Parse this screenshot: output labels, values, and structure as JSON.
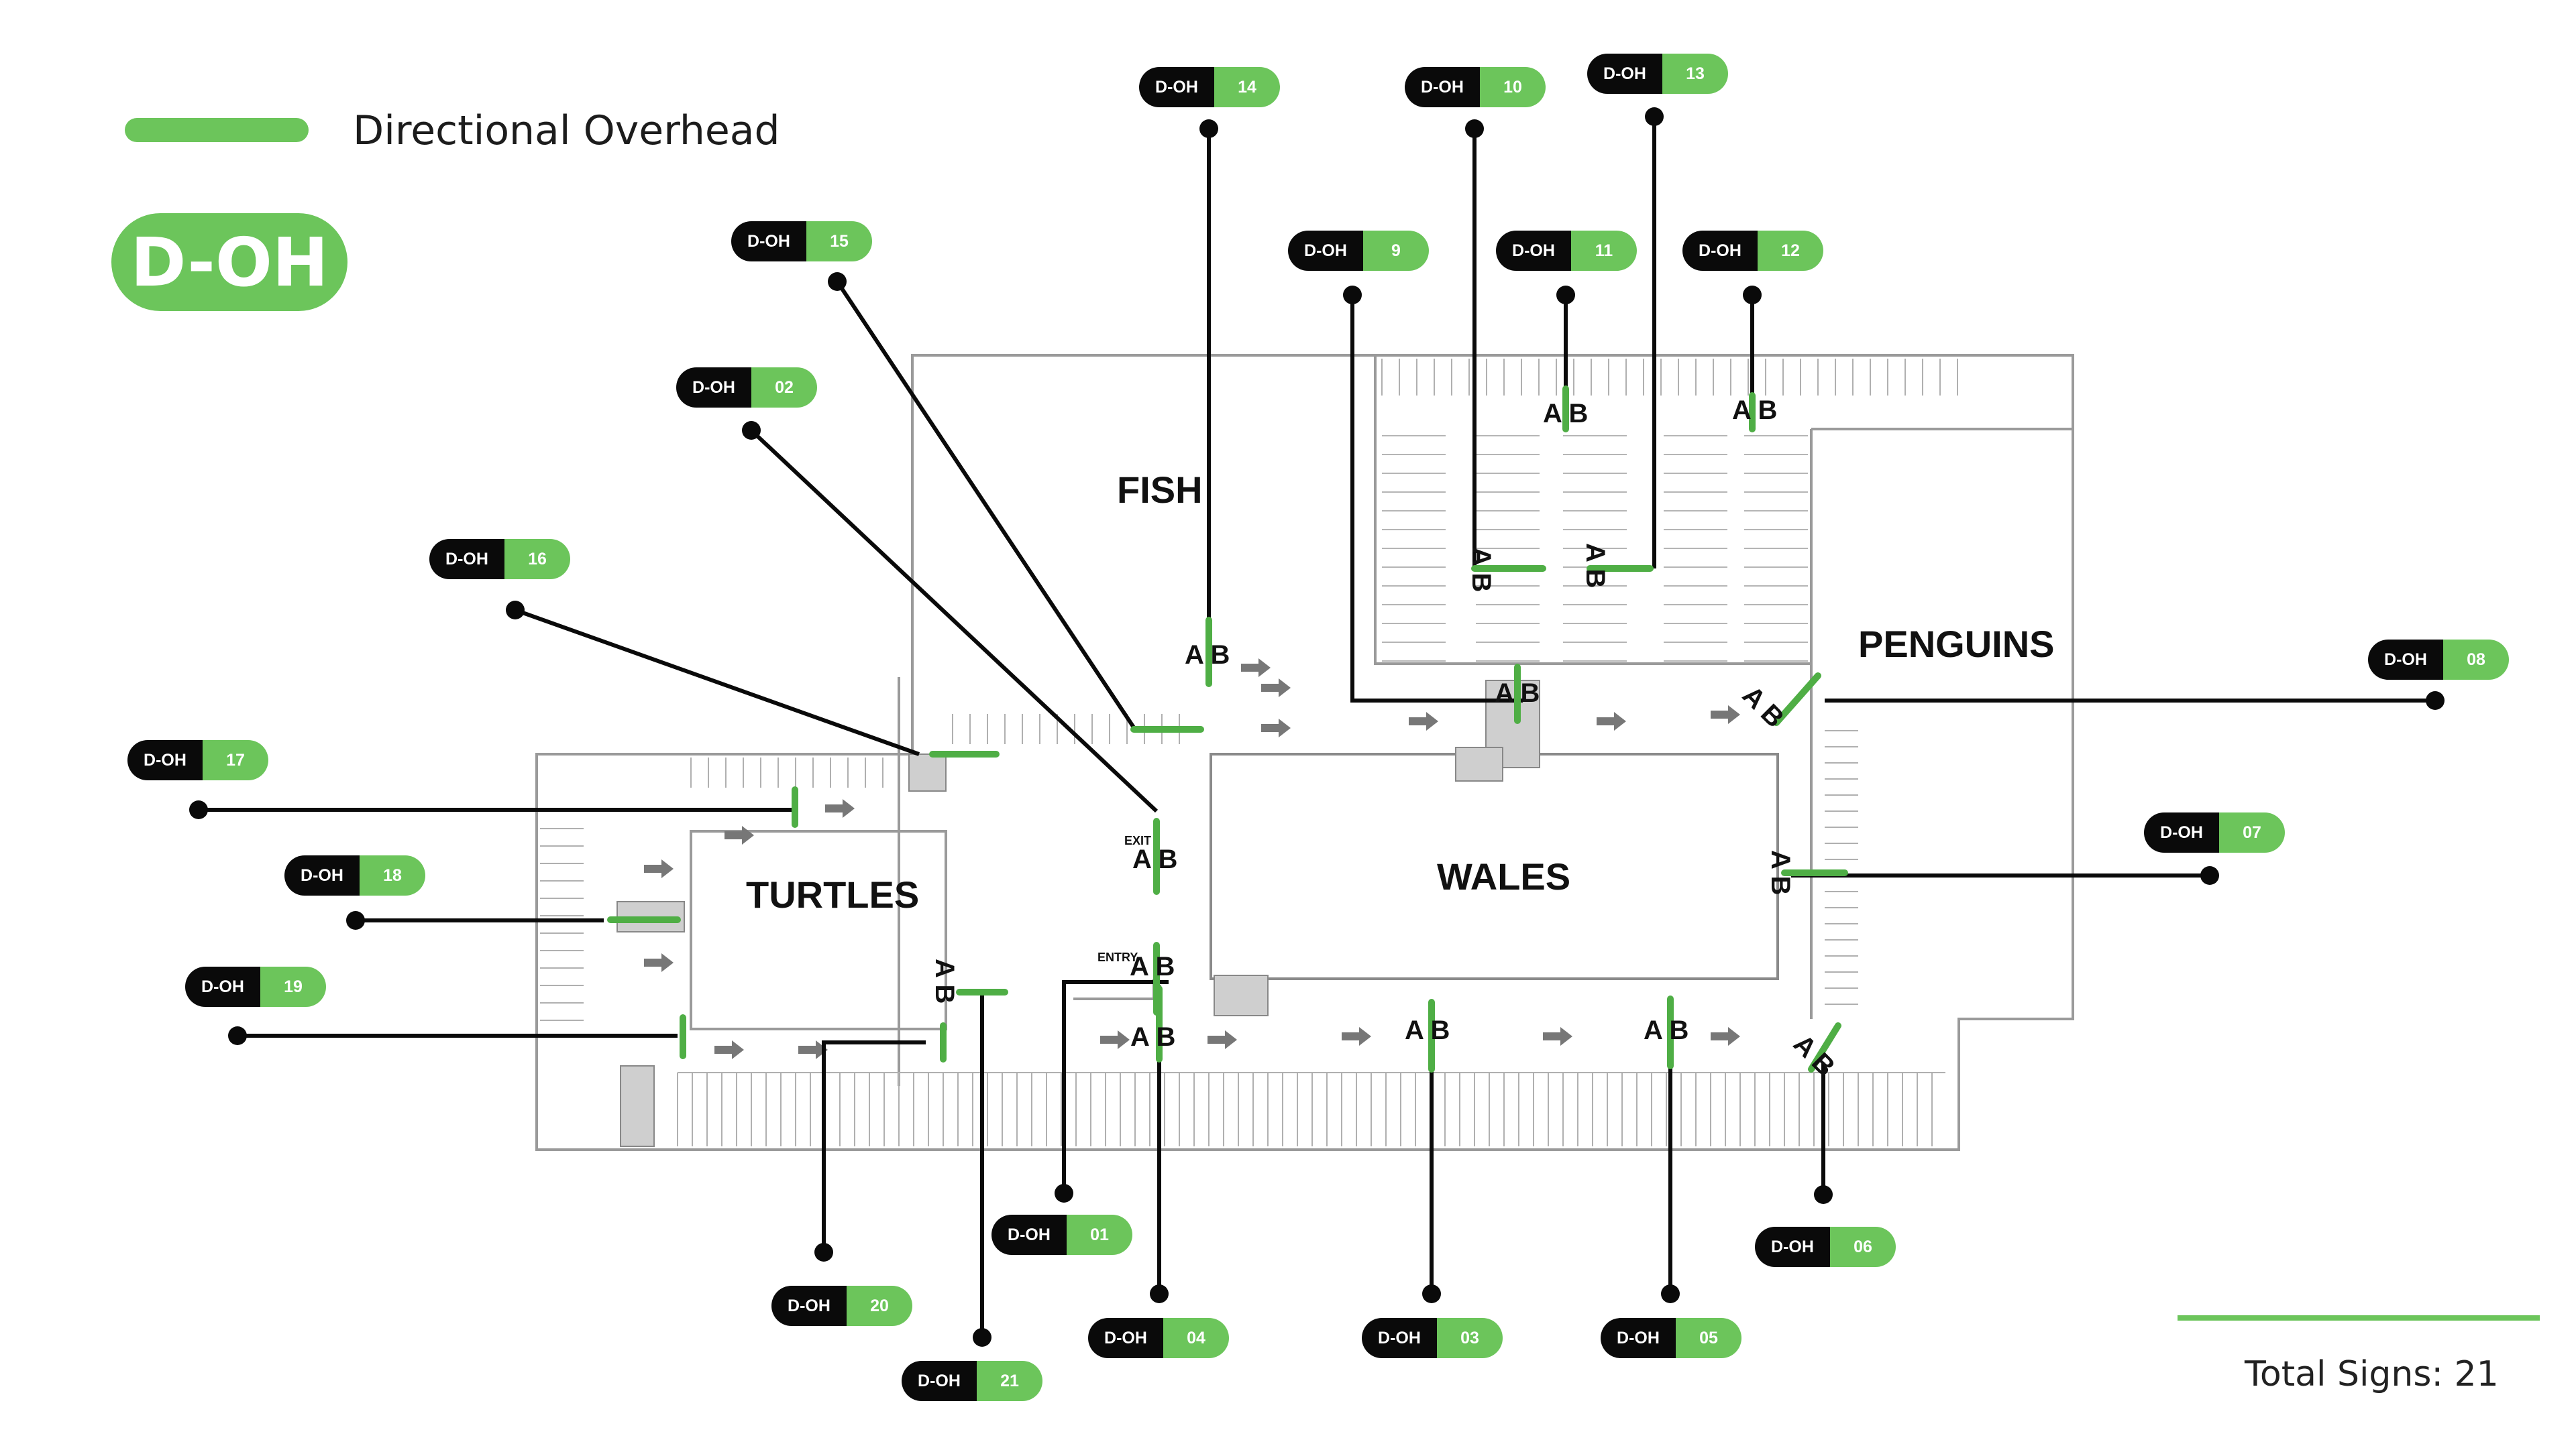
{
  "legend": {
    "label": "Directional Overhead",
    "color": "#6cc55b"
  },
  "badge": {
    "code": "D-OH"
  },
  "total": {
    "label": "Total Signs: 21"
  },
  "areas": {
    "fish": "FISH",
    "penguins": "PENGUINS",
    "turtles": "TURTLES",
    "wales": "WALES"
  },
  "small_labels": {
    "exit": "EXIT",
    "entry": "ENTRY"
  },
  "sign_face_labels": {
    "a": "A",
    "b": "B"
  },
  "signs": [
    {
      "code": "D-OH",
      "num": "01"
    },
    {
      "code": "D-OH",
      "num": "02"
    },
    {
      "code": "D-OH",
      "num": "03"
    },
    {
      "code": "D-OH",
      "num": "04"
    },
    {
      "code": "D-OH",
      "num": "05"
    },
    {
      "code": "D-OH",
      "num": "06"
    },
    {
      "code": "D-OH",
      "num": "07"
    },
    {
      "code": "D-OH",
      "num": "08"
    },
    {
      "code": "D-OH",
      "num": "9"
    },
    {
      "code": "D-OH",
      "num": "10"
    },
    {
      "code": "D-OH",
      "num": "11"
    },
    {
      "code": "D-OH",
      "num": "12"
    },
    {
      "code": "D-OH",
      "num": "13"
    },
    {
      "code": "D-OH",
      "num": "14"
    },
    {
      "code": "D-OH",
      "num": "15"
    },
    {
      "code": "D-OH",
      "num": "16"
    },
    {
      "code": "D-OH",
      "num": "17"
    },
    {
      "code": "D-OH",
      "num": "18"
    },
    {
      "code": "D-OH",
      "num": "19"
    },
    {
      "code": "D-OH",
      "num": "20"
    },
    {
      "code": "D-OH",
      "num": "21"
    }
  ],
  "colors": {
    "accent": "#6cc55b",
    "dark": "#0a0a0a",
    "plan_line": "#9a9a9a"
  }
}
